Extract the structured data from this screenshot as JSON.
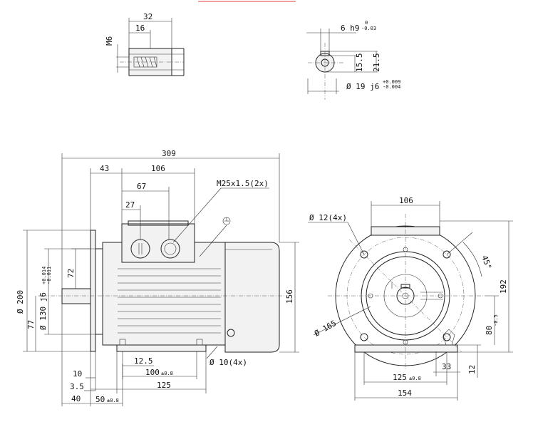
{
  "shaft_end": {
    "len_32": "32",
    "len_16": "16",
    "thread": "M6"
  },
  "shaft_section": {
    "key_width": "6 h9",
    "key_tol_upper": "0",
    "key_tol_lower": "-0.03",
    "key_height": "15.5",
    "shaft_height": "21.5",
    "shaft_dia": "Ø 19 j6",
    "shaft_tol_upper": "+0.009",
    "shaft_tol_lower": "-0.004"
  },
  "side_view": {
    "total_length": "309",
    "d43": "43",
    "d106": "106",
    "d67": "67",
    "d27": "27",
    "cable_gland": "M25x1.5(2x)",
    "flange_dia": "Ø 200",
    "spigot_dia": "Ø 130 j6",
    "spigot_tol_upper": "+0.014",
    "spigot_tol_lower": "-0.011",
    "d72": "72",
    "d77": "77",
    "d156": "156",
    "d12_5": "12.5",
    "d100": "100",
    "d100_tol": "±0.8",
    "d125": "125",
    "foot_hole": "Ø 10(4x)",
    "d10": "10",
    "d3_5": "3.5",
    "d40": "40",
    "d50": "50",
    "d50_tol": "±0.8"
  },
  "front_view": {
    "d106": "106",
    "flange_holes": "Ø 12(4x)",
    "angle": "45°",
    "pcd": "Ø 165",
    "d192": "192",
    "shaft_height": "80",
    "shaft_height_tol": "-0.5",
    "d33": "33",
    "d12": "12",
    "d125": "125",
    "d125_tol": "±0.8",
    "d154": "154"
  }
}
